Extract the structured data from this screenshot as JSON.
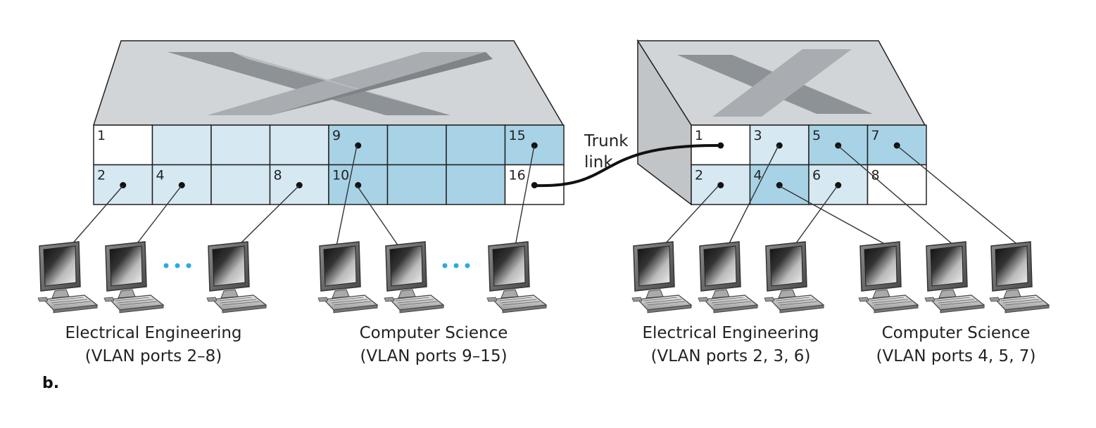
{
  "colors": {
    "ee_port": "#d6e8f2",
    "cs_port": "#a8d3e6",
    "unassigned_port": "#ffffff",
    "switch_top": "#d2d5d7",
    "switch_side": "#c2c5c8",
    "channel_dark": "#8d9296",
    "channel_light": "#a9adb1",
    "ellipsis_dots": "#29abe2"
  },
  "switch_left": {
    "top_row": [
      {
        "label": "1",
        "vlan": "none"
      },
      {
        "label": "",
        "vlan": "ee"
      },
      {
        "label": "",
        "vlan": "ee"
      },
      {
        "label": "",
        "vlan": "ee"
      },
      {
        "label": "9",
        "vlan": "cs",
        "connected": true
      },
      {
        "label": "",
        "vlan": "cs"
      },
      {
        "label": "",
        "vlan": "cs"
      },
      {
        "label": "15",
        "vlan": "cs",
        "connected": true
      }
    ],
    "bottom_row": [
      {
        "label": "2",
        "vlan": "ee",
        "connected": true
      },
      {
        "label": "4",
        "vlan": "ee",
        "connected": true
      },
      {
        "label": "",
        "vlan": "ee"
      },
      {
        "label": "8",
        "vlan": "ee",
        "connected": true
      },
      {
        "label": "10",
        "vlan": "cs",
        "connected": true
      },
      {
        "label": "",
        "vlan": "cs"
      },
      {
        "label": "",
        "vlan": "cs"
      },
      {
        "label": "16",
        "vlan": "none",
        "trunk": true
      }
    ]
  },
  "switch_right": {
    "top_row": [
      {
        "label": "1",
        "vlan": "none",
        "trunk": true
      },
      {
        "label": "3",
        "vlan": "ee",
        "connected": true
      },
      {
        "label": "5",
        "vlan": "cs",
        "connected": true
      },
      {
        "label": "7",
        "vlan": "cs",
        "connected": true
      }
    ],
    "bottom_row": [
      {
        "label": "2",
        "vlan": "ee",
        "connected": true
      },
      {
        "label": "4",
        "vlan": "cs",
        "connected": true
      },
      {
        "label": "6",
        "vlan": "ee",
        "connected": true
      },
      {
        "label": "8",
        "vlan": "none"
      }
    ]
  },
  "trunk": {
    "line1": "Trunk",
    "line2": "link"
  },
  "groups": {
    "left_ee": {
      "line1": "Electrical Engineering",
      "line2": "(VLAN ports 2–8)"
    },
    "left_cs": {
      "line1": "Computer Science",
      "line2": "(VLAN ports 9–15)"
    },
    "right_ee": {
      "line1": "Electrical Engineering",
      "line2": "(VLAN ports 2, 3, 6)"
    },
    "right_cs": {
      "line1": "Computer Science",
      "line2": "(VLAN ports 4, 5, 7)"
    }
  },
  "figure_label": "b."
}
